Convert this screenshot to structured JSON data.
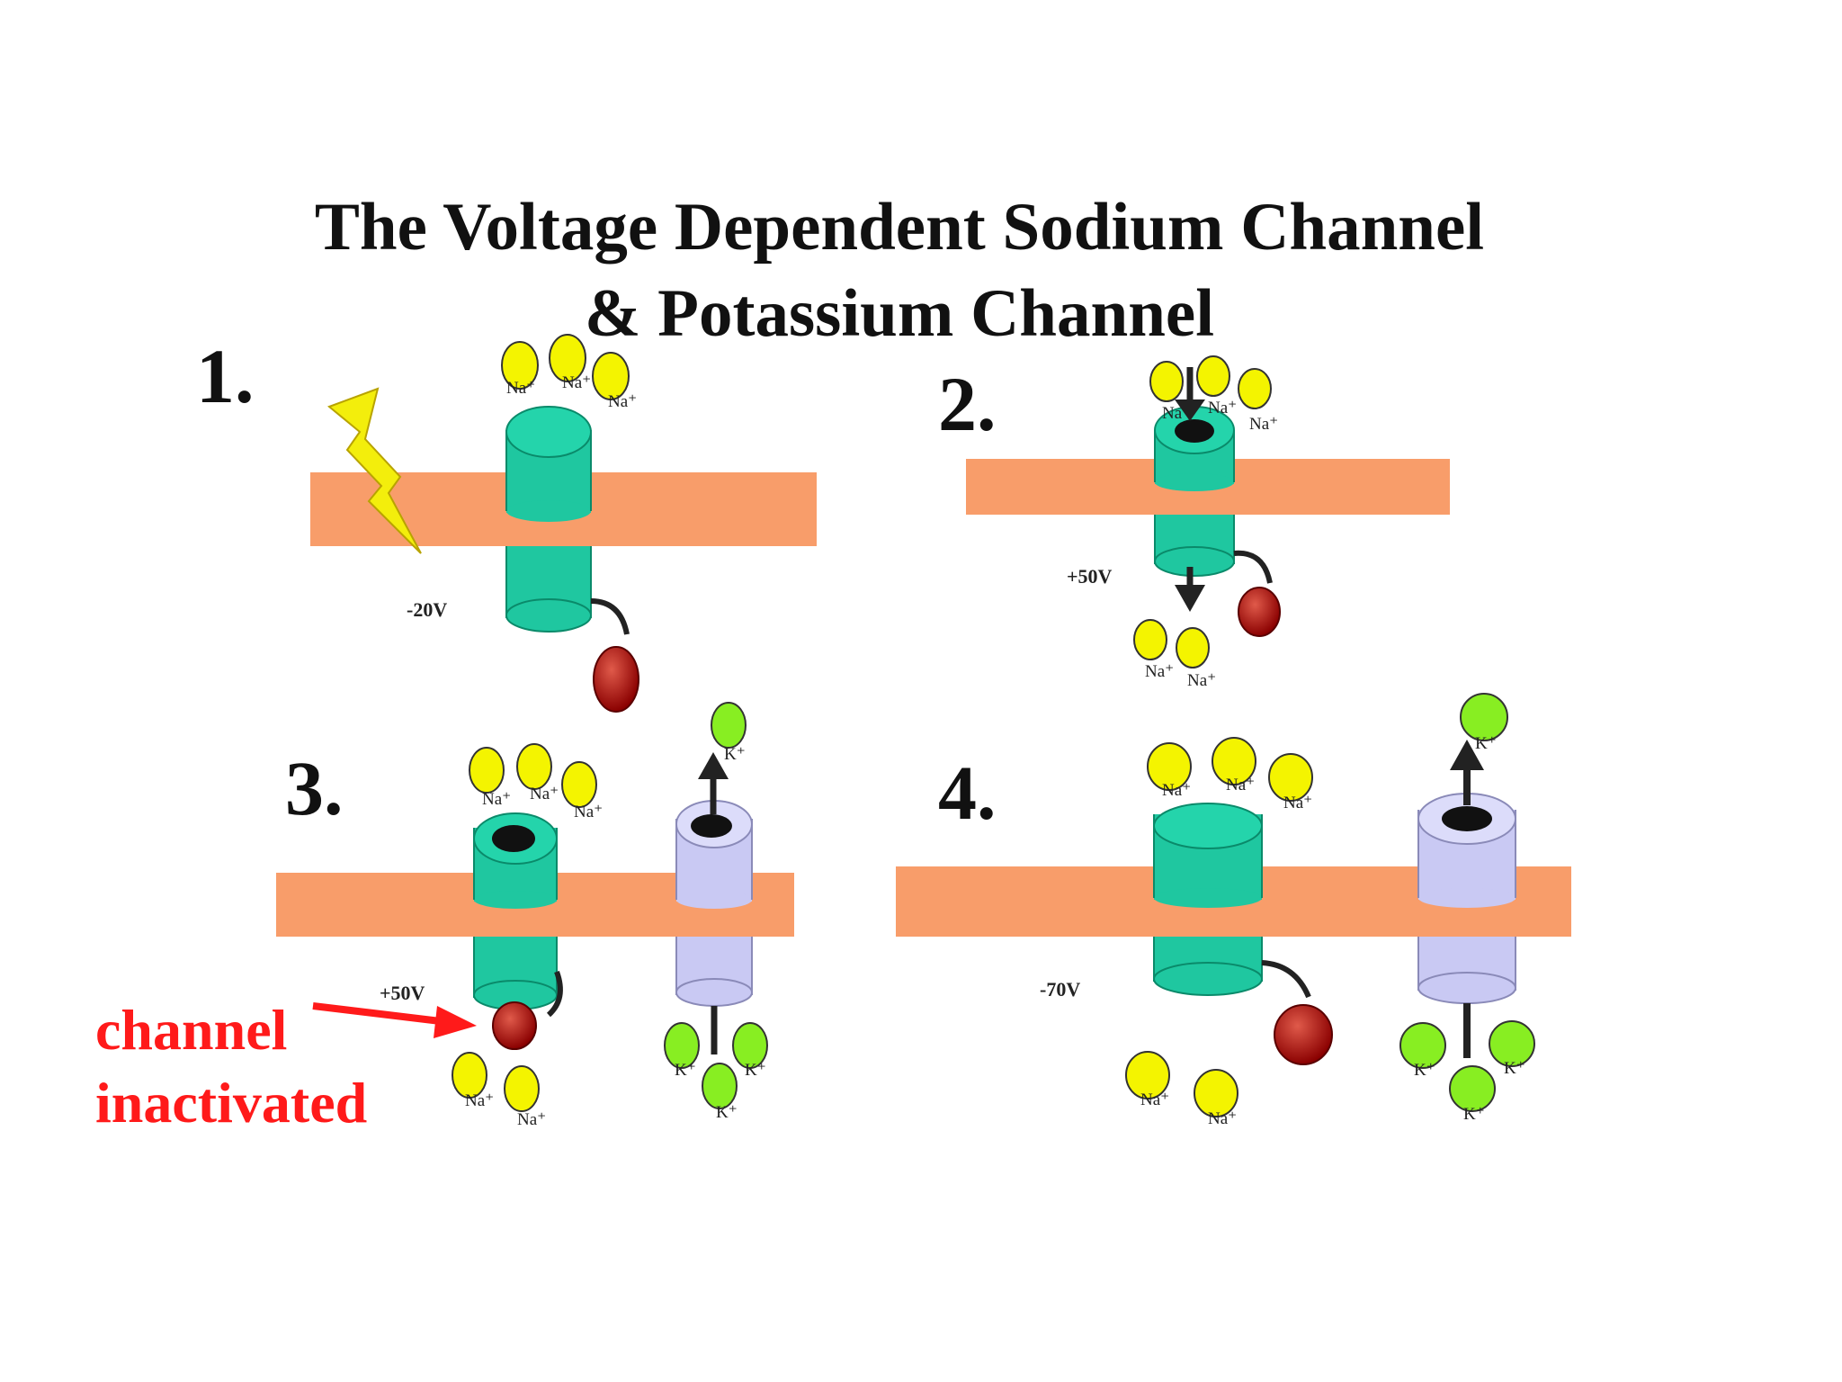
{
  "title": {
    "line1": "The Voltage Dependent Sodium Channel",
    "line2": "& Potassium Channel"
  },
  "colors": {
    "membrane": "#f89d6a",
    "sodium_channel": "#1fc7a0",
    "potassium_channel": "#c9c9f3",
    "sodium_ion": "#f4f400",
    "potassium_ion": "#88ee22",
    "inactivation_ball": "#a40000",
    "lightning": "#f3ee0c",
    "annotation": "#ff1a1a"
  },
  "steps": [
    {
      "number": "1.",
      "voltage": "-20V"
    },
    {
      "number": "2.",
      "voltage": "+50V"
    },
    {
      "number": "3.",
      "voltage": "+50V"
    },
    {
      "number": "4.",
      "voltage": "-70V"
    }
  ],
  "ions": {
    "sodium": "Na⁺",
    "potassium": "K⁺"
  },
  "annotation": {
    "line1": "channel",
    "line2": "inactivated"
  }
}
